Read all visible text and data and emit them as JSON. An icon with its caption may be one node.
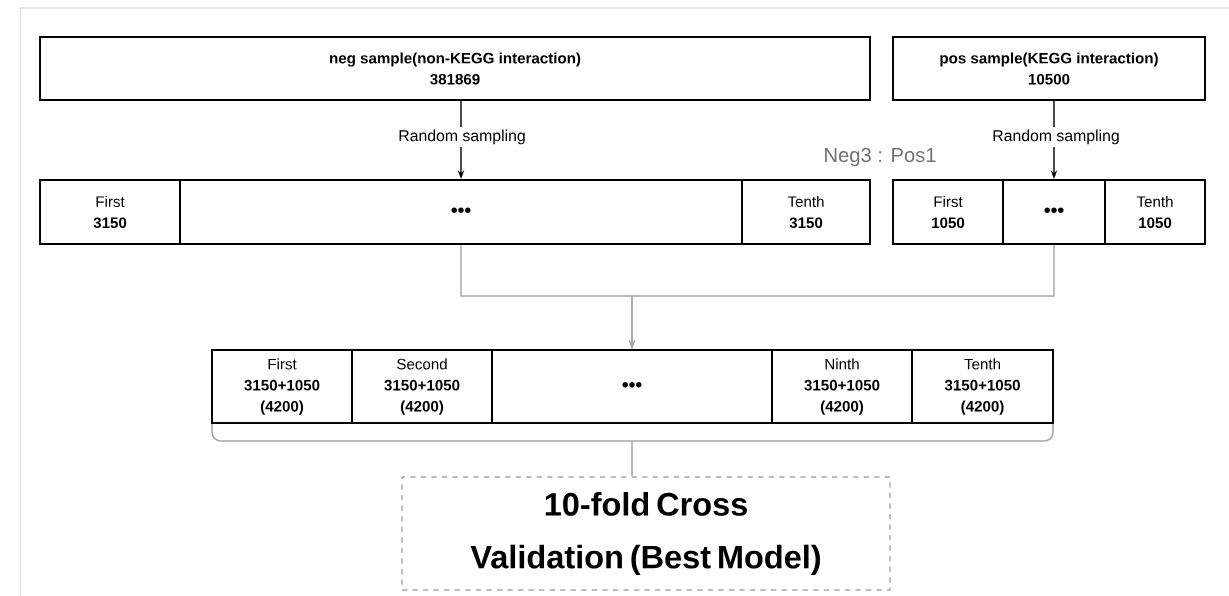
{
  "diagram": {
    "nodes": [
      {
        "text": [
          "neg sample(non-KEGG interaction)",
          "381869"
        ]
      },
      {
        "text": [
          "pos sample(KEGG interaction)",
          "10500"
        ]
      },
      {
        "text": [
          "First",
          "3150"
        ]
      },
      {
        "text": [
          "•••"
        ]
      },
      {
        "text": [
          "Tenth",
          "3150"
        ]
      },
      {
        "text": [
          "First",
          "1050"
        ]
      },
      {
        "text": [
          "•••"
        ]
      },
      {
        "text": [
          "Tenth",
          "1050"
        ]
      },
      {
        "text": [
          "First",
          "3150+1050",
          "(4200)"
        ]
      },
      {
        "text": [
          "Second",
          "3150+1050",
          "(4200)"
        ]
      },
      {
        "text": [
          "•••"
        ]
      },
      {
        "text": [
          "Ninth",
          "3150+1050",
          "(4200)"
        ]
      },
      {
        "text": [
          "Tenth",
          "3150+1050",
          "(4200)"
        ]
      },
      {
        "text": [
          "10-fold Cross Validation (Best Model)"
        ]
      }
    ],
    "edges": [
      {
        "from": 0,
        "to": 3,
        "arrow": "to",
        "label": "Random sampling"
      },
      {
        "from": 1,
        "to": 6,
        "arrow": "to",
        "label": "Random sampling"
      },
      {
        "from": 3,
        "to": 10,
        "arrow": "to",
        "color": "#a6a6a6"
      },
      {
        "from": 6,
        "to": 10,
        "arrow": "to",
        "color": "#a6a6a6"
      }
    ],
    "labels": [
      "Neg3 : Pos1"
    ]
  }
}
